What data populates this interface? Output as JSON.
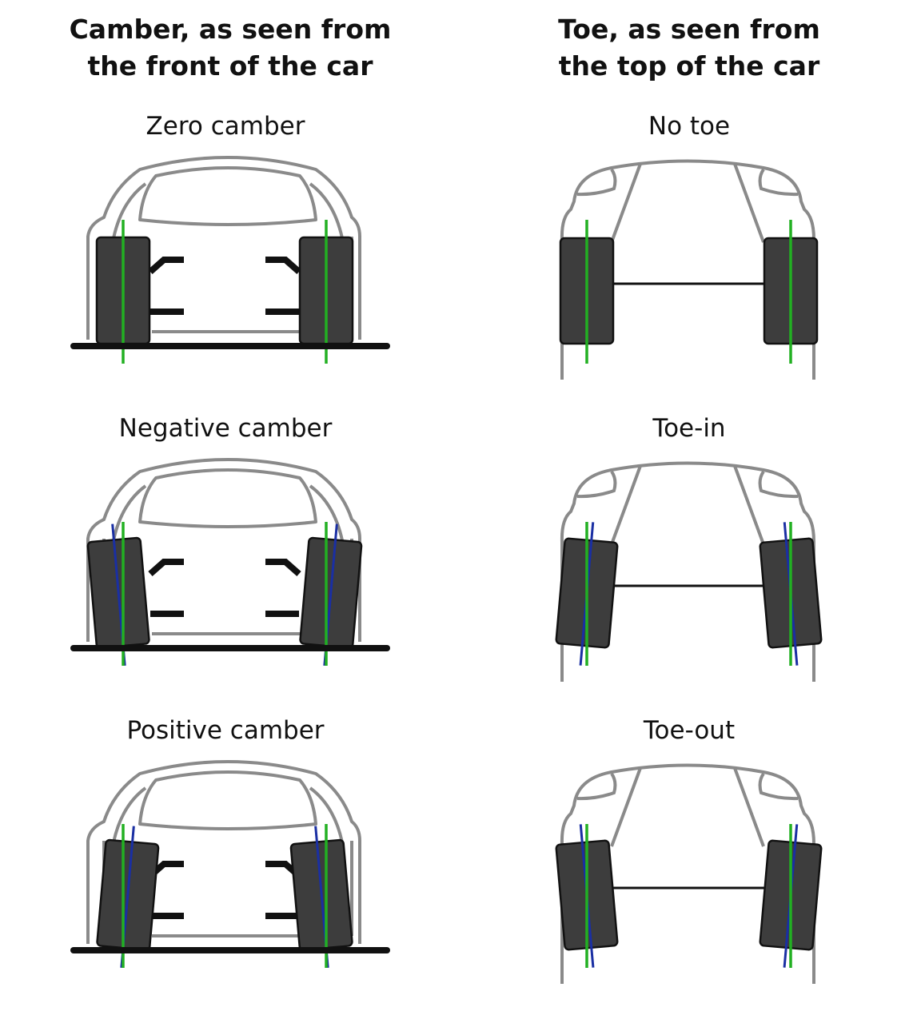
{
  "columns": [
    {
      "id": "camber",
      "title_line1": "Camber, as seen from",
      "title_line2": "the front of the car"
    },
    {
      "id": "toe",
      "title_line1": "Toe, as seen from",
      "title_line2": "the top of the car"
    }
  ],
  "panels": {
    "camber": [
      {
        "label": "Zero camber",
        "tilt": 0
      },
      {
        "label": "Negative camber",
        "tilt": -5
      },
      {
        "label": "Positive camber",
        "tilt": 5
      }
    ],
    "toe": [
      {
        "label": "No toe",
        "tilt": 0
      },
      {
        "label": "Toe-in",
        "tilt": 5
      },
      {
        "label": "Toe-out",
        "tilt": -5
      }
    ]
  },
  "colors": {
    "body_outline": "#8a8a8a",
    "tire": "#3d3d3d",
    "ground": "#111111",
    "reference_line": "#22b022",
    "tilt_line": "#1a2fa3"
  }
}
